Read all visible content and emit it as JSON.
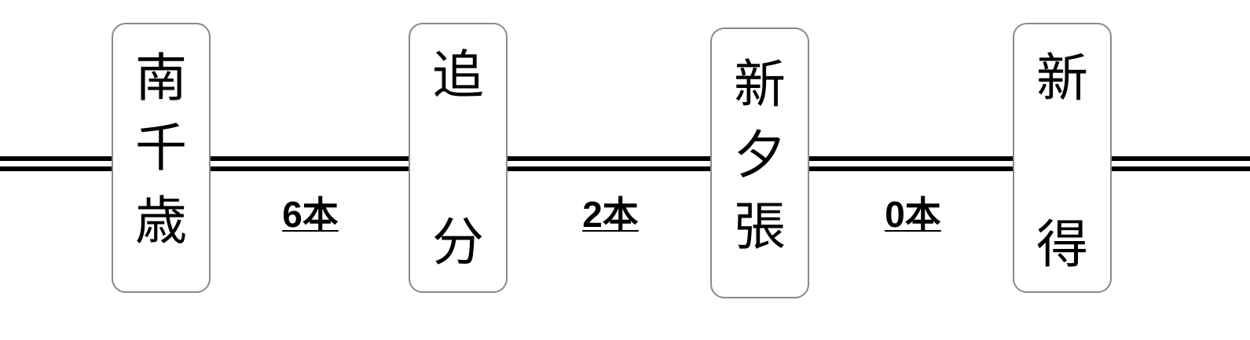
{
  "stations": [
    {
      "name": "南千歳",
      "chars": [
        "南",
        "千",
        "歳"
      ]
    },
    {
      "name": "追分",
      "chars": [
        "追",
        "分"
      ]
    },
    {
      "name": "新夕張",
      "chars": [
        "新",
        "夕",
        "張"
      ]
    },
    {
      "name": "新得",
      "chars": [
        "新",
        "得"
      ]
    }
  ],
  "segments": [
    {
      "label": "6本"
    },
    {
      "label": "2本"
    },
    {
      "label": "0本"
    }
  ],
  "colors": {
    "line": "#000000",
    "station_border": "#8a8a8a",
    "text": "#000000",
    "background": "#ffffff"
  }
}
